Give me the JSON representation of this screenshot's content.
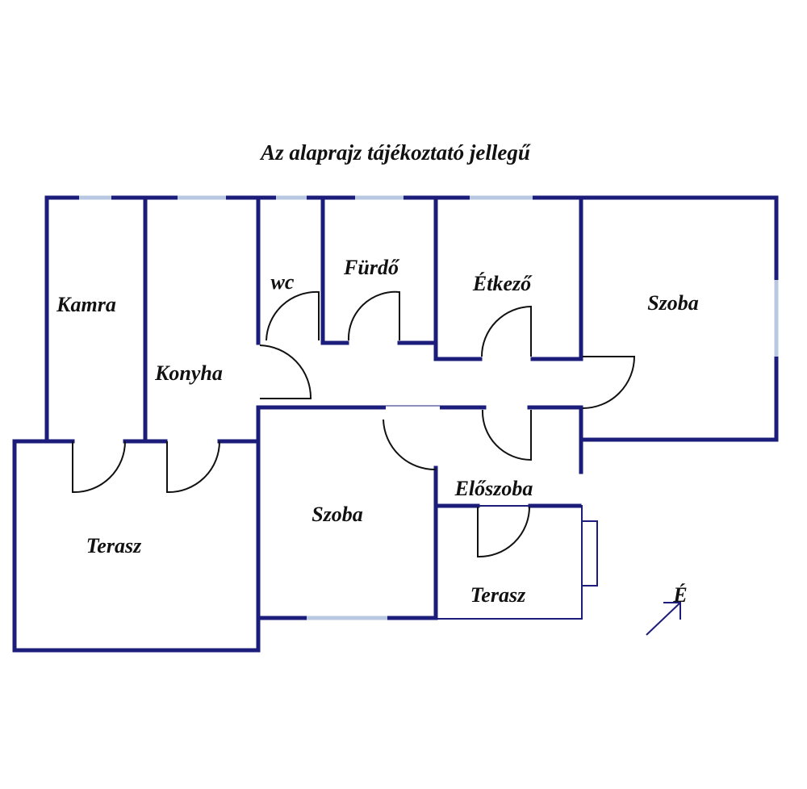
{
  "title": "Az alaprajz tájékoztató jellegű",
  "rooms": {
    "kamra": "Kamra",
    "konyha": "Konyha",
    "wc": "wc",
    "furdo": "Fürdő",
    "etkezo": "Étkező",
    "szoba_right": "Szoba",
    "szoba_center": "Szoba",
    "eloszoba": "Előszoba",
    "terasz_left": "Terasz",
    "terasz_small": "Terasz"
  },
  "compass": {
    "label": "É"
  },
  "colors": {
    "wall": "#1c1c7a",
    "window": "#b8c8e2",
    "door": "#111111",
    "text": "#111111"
  }
}
